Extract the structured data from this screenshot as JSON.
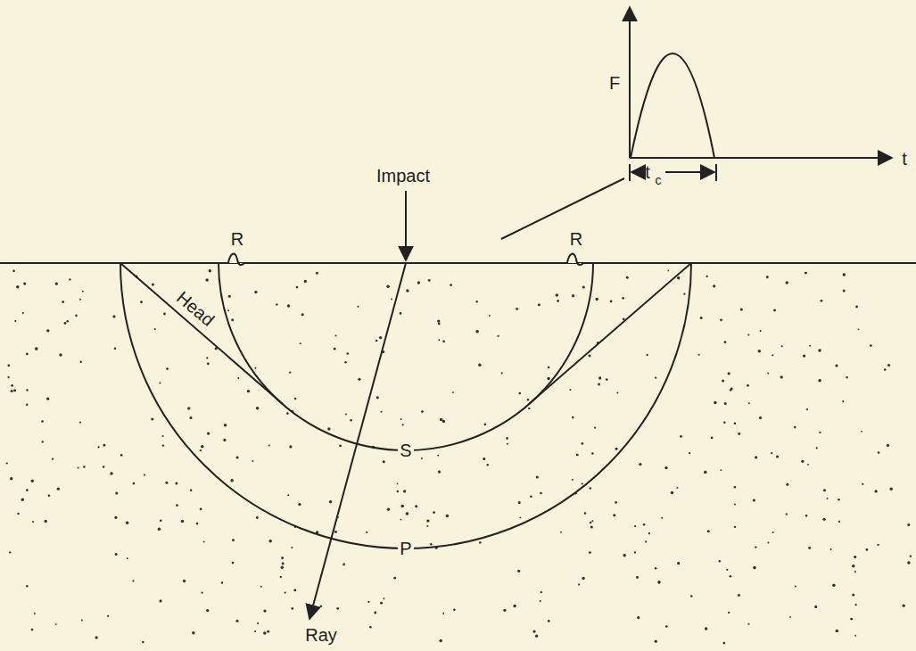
{
  "diagram": {
    "labels": [
      "Impact",
      "F",
      "t",
      "t",
      "c",
      "R",
      "R",
      "Head",
      "S",
      "P",
      "Ray"
    ]
  }
}
